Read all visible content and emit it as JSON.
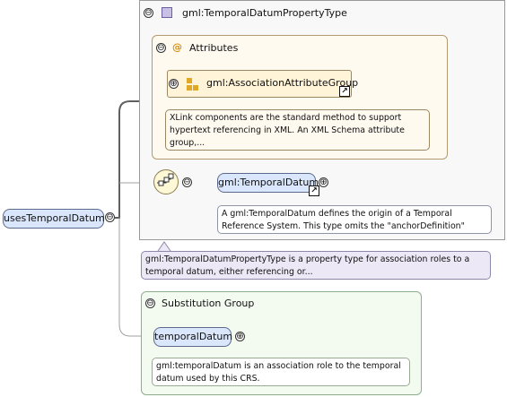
{
  "root_element": {
    "name": "usesTemporalDatum",
    "expand_symbol": "⊖"
  },
  "property_type": {
    "name": "gml:TemporalDatumPropertyType",
    "expand_symbol": "⊖",
    "description": "gml:TemporalDatumPropertyType is a property type for association roles to a temporal datum, either referencing or..."
  },
  "attributes": {
    "label": "Attributes",
    "expand_symbol": "⊖",
    "icon_glyph": "@",
    "group": {
      "name": "gml:AssociationAttributeGroup",
      "expand_symbol": "⊕",
      "ref_glyph": "↗",
      "description": "XLink components are the standard method to support hypertext referencing in XML. An XML Schema attribute group,..."
    }
  },
  "sequence": {
    "expand_symbol": "⊖"
  },
  "temporal_datum": {
    "name": "gml:TemporalDatum",
    "expand_symbol": "⊕",
    "ref_glyph": "↗",
    "description": "A gml:TemporalDatum defines the origin of a Temporal Reference System. This type omits the \"anchorDefinition\" and..."
  },
  "substitution_group": {
    "label": "Substitution Group",
    "expand_symbol": "⊖",
    "member": {
      "name": "temporalDatum",
      "expand_symbol": "⊕",
      "description": "gml:temporalDatum is an association role to the temporal datum used by this CRS."
    }
  },
  "colors": {
    "element_fill": "#d9e6fb",
    "attributes_fill": "#fffaf0",
    "group_fill": "#fff3d8",
    "substitution_fill": "#f3fbf1",
    "type_fill": "#ece8f6"
  }
}
